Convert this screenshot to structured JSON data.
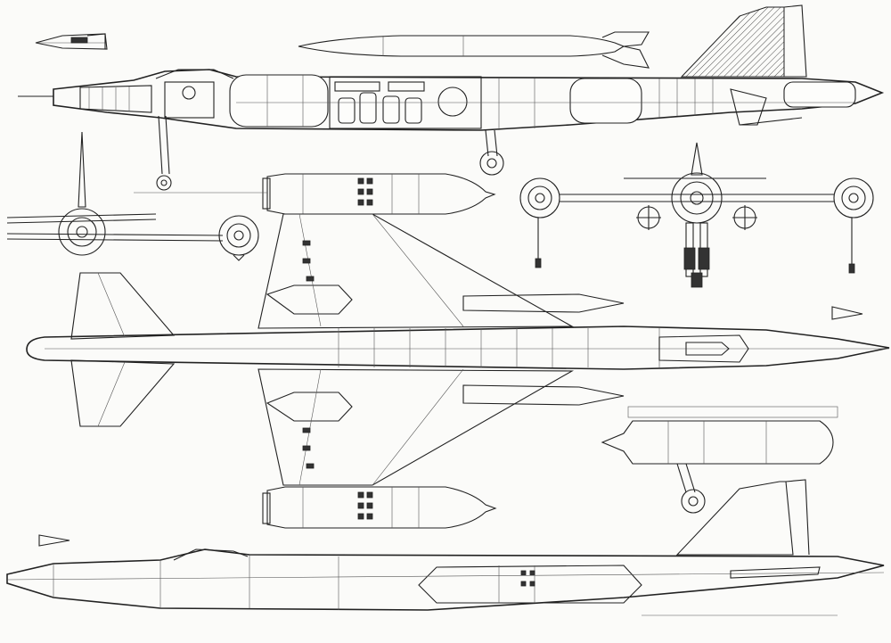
{
  "drawing": {
    "views": [
      "side-view-top",
      "top-view-missile",
      "side-view-cutaway",
      "front-view-small",
      "front-view-large",
      "plan-view",
      "nacelle-detail",
      "side-view-bottom"
    ],
    "colors": {
      "ink": "#222222",
      "paper": "#fbfbf9"
    }
  }
}
